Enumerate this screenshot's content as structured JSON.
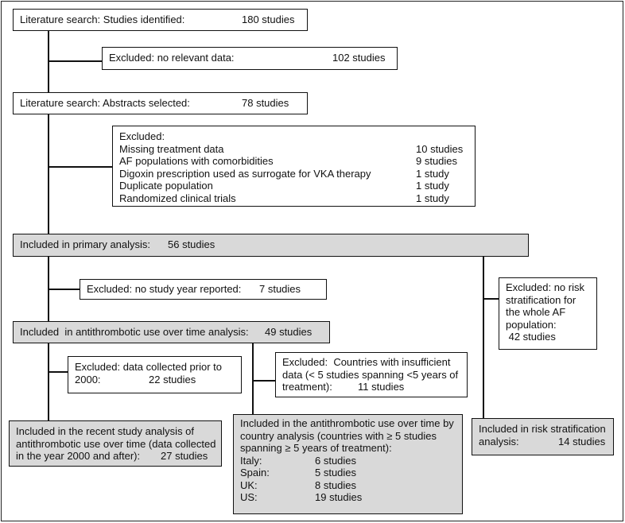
{
  "identified": {
    "label": "Literature search: Studies identified:",
    "count": "180 studies"
  },
  "excluded_no_data": {
    "label": "Excluded: no relevant data:",
    "count": "102 studies"
  },
  "abstracts": {
    "label": "Literature search: Abstracts selected:",
    "count": "78 studies"
  },
  "excluded_list": {
    "title": "Excluded:",
    "items": [
      {
        "label": "Missing treatment data",
        "count": "10 studies"
      },
      {
        "label": "AF populations with comorbidities",
        "count": "9 studies"
      },
      {
        "label": "Digoxin prescription used as surrogate for VKA therapy",
        "count": "1 study"
      },
      {
        "label": "Duplicate population",
        "count": "1 study"
      },
      {
        "label": "Randomized clinical trials",
        "count": "1 study"
      }
    ]
  },
  "primary": {
    "label": "Included in primary analysis:",
    "count": "56 studies"
  },
  "excluded_year": {
    "label": "Excluded:  no study year reported:",
    "count": "7 studies"
  },
  "antithrombotic": {
    "label": "Included  in antithrombotic use over time analysis:",
    "count": "49 studies"
  },
  "excluded_risk": {
    "lines": [
      "Excluded:  no risk",
      "stratification for",
      "the whole AF",
      "population:",
      " 42 studies"
    ]
  },
  "excluded_prior": {
    "line1": "Excluded: data collected prior to",
    "line2": "2000:",
    "count": "22 studies"
  },
  "excluded_countries": {
    "line1": "Excluded:  Countries with insufficient",
    "line2": "data (< 5 studies spanning <5 years of",
    "line3": "treatment):",
    "count": "11 studies"
  },
  "recent": {
    "line1": "Included in the recent study analysis of",
    "line2": "antithrombotic use over time (data collected",
    "line3": "in the year 2000 and after):",
    "count": "27 studies"
  },
  "by_country": {
    "line1": "Included in the antithrombotic use over time by",
    "line2": "country analysis (countries with ≥ 5 studies",
    "line3": "spanning ≥ 5 years of treatment):",
    "countries": [
      {
        "name": "Italy:",
        "count": "6 studies"
      },
      {
        "name": "Spain:",
        "count": "5 studies"
      },
      {
        "name": "UK:",
        "count": "8 studies"
      },
      {
        "name": "US:",
        "count": "19 studies"
      }
    ]
  },
  "risk": {
    "line1": "Included in risk stratification",
    "line2": "analysis:",
    "count": "14 studies"
  },
  "colors": {
    "included_fill": "#d9d9d9",
    "excluded_fill": "#ffffff",
    "line": "#111111"
  }
}
